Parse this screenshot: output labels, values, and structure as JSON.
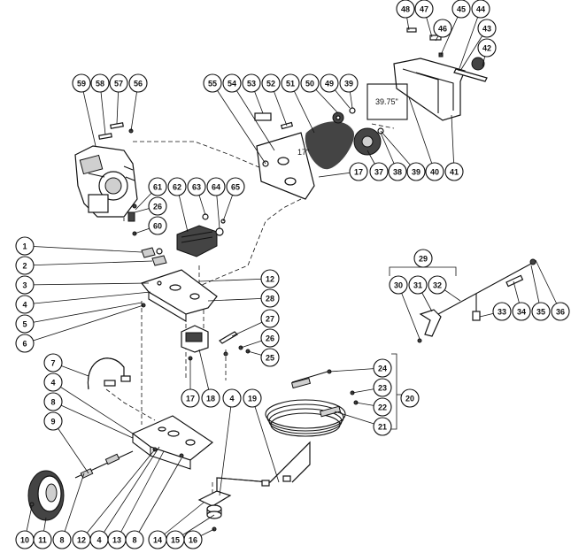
{
  "callouts": [
    {
      "id": "c1",
      "label": "1"
    },
    {
      "id": "c2",
      "label": "2"
    },
    {
      "id": "c3",
      "label": "3"
    },
    {
      "id": "c4",
      "label": "4"
    },
    {
      "id": "c5",
      "label": "5"
    },
    {
      "id": "c6",
      "label": "6"
    },
    {
      "id": "c7",
      "label": "7"
    },
    {
      "id": "c4b",
      "label": "4"
    },
    {
      "id": "c8",
      "label": "8"
    },
    {
      "id": "c9",
      "label": "9"
    },
    {
      "id": "c10",
      "label": "10"
    },
    {
      "id": "c11",
      "label": "11"
    },
    {
      "id": "c8b",
      "label": "8"
    },
    {
      "id": "c12b",
      "label": "12"
    },
    {
      "id": "c4c",
      "label": "4"
    },
    {
      "id": "c13",
      "label": "13"
    },
    {
      "id": "c8c",
      "label": "8"
    },
    {
      "id": "c14",
      "label": "14"
    },
    {
      "id": "c15",
      "label": "15"
    },
    {
      "id": "c16",
      "label": "16"
    },
    {
      "id": "c17b",
      "label": "17"
    },
    {
      "id": "c18",
      "label": "18"
    },
    {
      "id": "c4d",
      "label": "4"
    },
    {
      "id": "c19",
      "label": "19"
    },
    {
      "id": "c25",
      "label": "25"
    },
    {
      "id": "c26b",
      "label": "26"
    },
    {
      "id": "c27",
      "label": "27"
    },
    {
      "id": "c28",
      "label": "28"
    },
    {
      "id": "c12",
      "label": "12"
    },
    {
      "id": "c60",
      "label": "60"
    },
    {
      "id": "c26",
      "label": "26"
    },
    {
      "id": "c61",
      "label": "61"
    },
    {
      "id": "c62",
      "label": "62"
    },
    {
      "id": "c63",
      "label": "63"
    },
    {
      "id": "c64",
      "label": "64"
    },
    {
      "id": "c65",
      "label": "65"
    },
    {
      "id": "c59",
      "label": "59"
    },
    {
      "id": "c58",
      "label": "58"
    },
    {
      "id": "c57",
      "label": "57"
    },
    {
      "id": "c56",
      "label": "56"
    },
    {
      "id": "c55",
      "label": "55"
    },
    {
      "id": "c54",
      "label": "54"
    },
    {
      "id": "c53",
      "label": "53"
    },
    {
      "id": "c52",
      "label": "52"
    },
    {
      "id": "c51",
      "label": "51"
    },
    {
      "id": "c50",
      "label": "50"
    },
    {
      "id": "c49",
      "label": "49"
    },
    {
      "id": "c39",
      "label": "39"
    },
    {
      "id": "c17",
      "label": "17"
    },
    {
      "id": "c37",
      "label": "37"
    },
    {
      "id": "c38",
      "label": "38"
    },
    {
      "id": "c39b",
      "label": "39"
    },
    {
      "id": "c40",
      "label": "40"
    },
    {
      "id": "c41",
      "label": "41"
    },
    {
      "id": "c48",
      "label": "48"
    },
    {
      "id": "c47",
      "label": "47"
    },
    {
      "id": "c46",
      "label": "46"
    },
    {
      "id": "c45",
      "label": "45"
    },
    {
      "id": "c44",
      "label": "44"
    },
    {
      "id": "c43",
      "label": "43"
    },
    {
      "id": "c42",
      "label": "42"
    },
    {
      "id": "c29",
      "label": "29"
    },
    {
      "id": "c30",
      "label": "30"
    },
    {
      "id": "c31",
      "label": "31"
    },
    {
      "id": "c32",
      "label": "32"
    },
    {
      "id": "c33",
      "label": "33"
    },
    {
      "id": "c34",
      "label": "34"
    },
    {
      "id": "c35",
      "label": "35"
    },
    {
      "id": "c36",
      "label": "36"
    },
    {
      "id": "c24",
      "label": "24"
    },
    {
      "id": "c23",
      "label": "23"
    },
    {
      "id": "c22",
      "label": "22"
    },
    {
      "id": "c21",
      "label": "21"
    },
    {
      "id": "c20",
      "label": "20"
    }
  ],
  "dimensions": {
    "belt_length": "17\"",
    "guard_length": "39.75\""
  }
}
